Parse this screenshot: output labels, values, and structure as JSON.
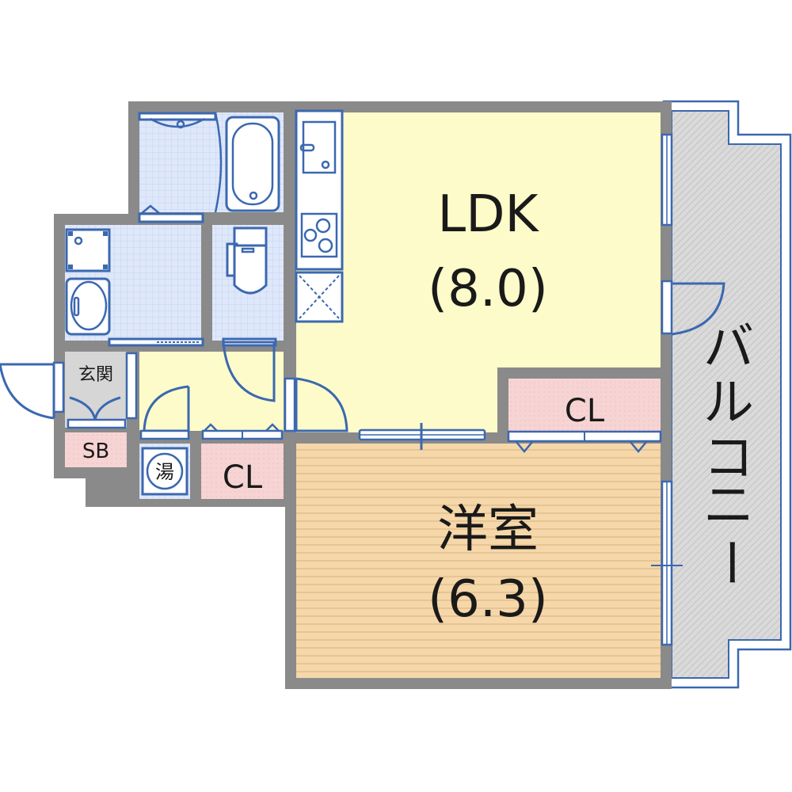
{
  "floorplan": {
    "colors": {
      "wall": "#8a8a8a",
      "ldk_floor": "#fdfbc9",
      "western_floor": "#f5d7a9",
      "western_stripe": "#e6c494",
      "wet_area": "#dfe8fa",
      "closet": "#f7d4d4",
      "entrance": "#d6d6d6",
      "balcony": "#d9d9d9",
      "fixture_stroke": "#3b68b0"
    },
    "rooms": {
      "ldk": {
        "name": "LDK",
        "size": "(8.0)"
      },
      "western": {
        "name": "洋室",
        "size": "(6.3)"
      },
      "balcony": {
        "name": "バルコニー"
      },
      "entrance": {
        "name": "玄関"
      },
      "shoe_box": {
        "name": "SB"
      },
      "closet_main": {
        "name": "CL"
      },
      "closet_hall": {
        "name": "CL"
      },
      "water_heater": {
        "name": "湯"
      },
      "bathroom": {
        "name": ""
      },
      "washroom": {
        "name": ""
      },
      "toilet": {
        "name": ""
      },
      "kitchen": {
        "name": ""
      }
    },
    "balcony_chars": [
      "バ",
      "ル",
      "コ",
      "ニ",
      "ー"
    ]
  }
}
